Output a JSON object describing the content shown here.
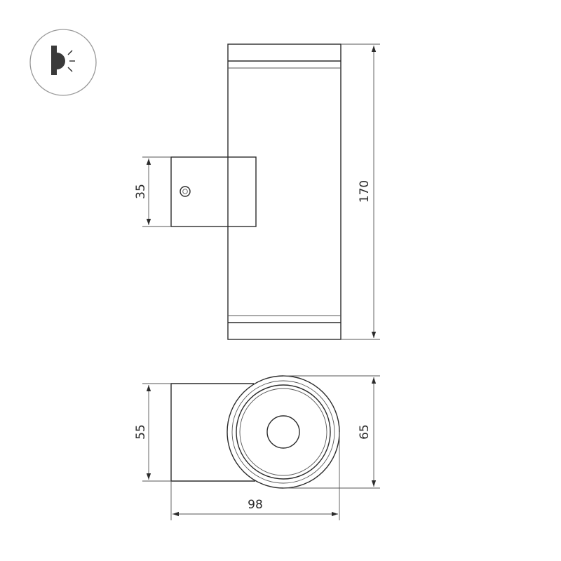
{
  "dimensions": {
    "height_total": "170",
    "bracket_height": "35",
    "bracket_depth": "55",
    "body_diameter": "65",
    "total_depth": "98"
  },
  "icons": {
    "badge": "wall-light-up-down-icon"
  },
  "colors": {
    "line": "#2b2b2b",
    "badge_border": "#999999"
  }
}
